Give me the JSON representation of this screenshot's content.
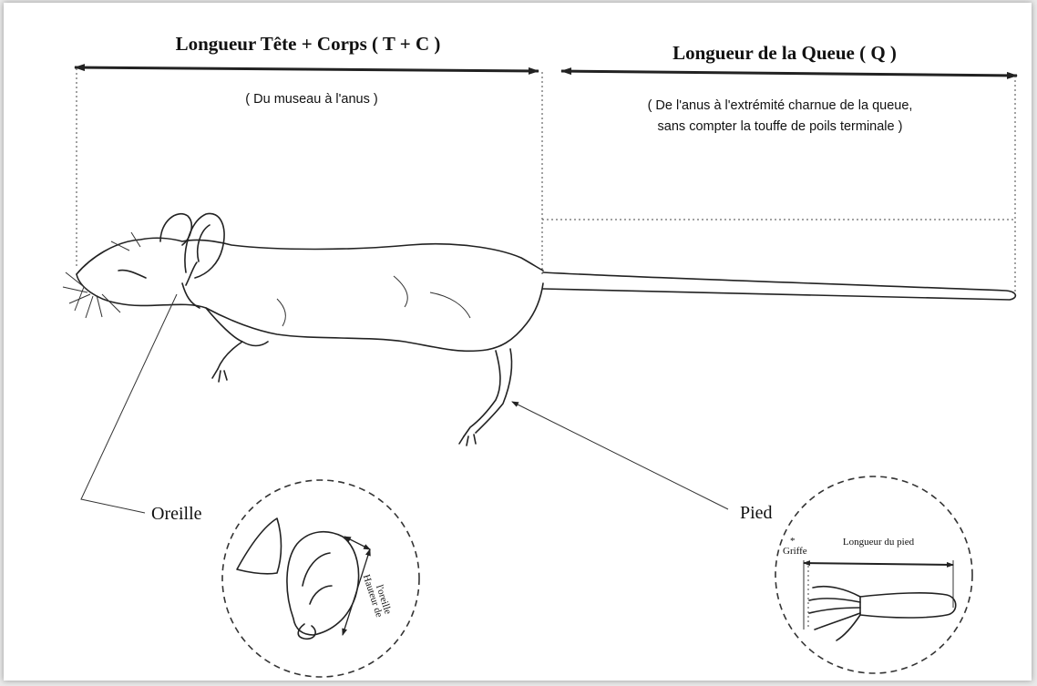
{
  "headers": {
    "head_body": "Longueur Tête + Corps  ( T + C )",
    "head_body_note": "( Du museau à l'anus )",
    "tail": "Longueur de la Queue  ( Q )",
    "tail_note_line1": "( De l'anus à l'extrémité charnue de la queue,",
    "tail_note_line2": "sans compter la touffe de poils terminale )"
  },
  "callouts": {
    "ear": "Oreille",
    "foot": "Pied"
  },
  "ear_detail": {
    "measure_line1": "Hauteur de",
    "measure_line2": "l'oreille"
  },
  "foot_detail": {
    "claw": "Griffe",
    "measure": "Longueur du pied"
  }
}
